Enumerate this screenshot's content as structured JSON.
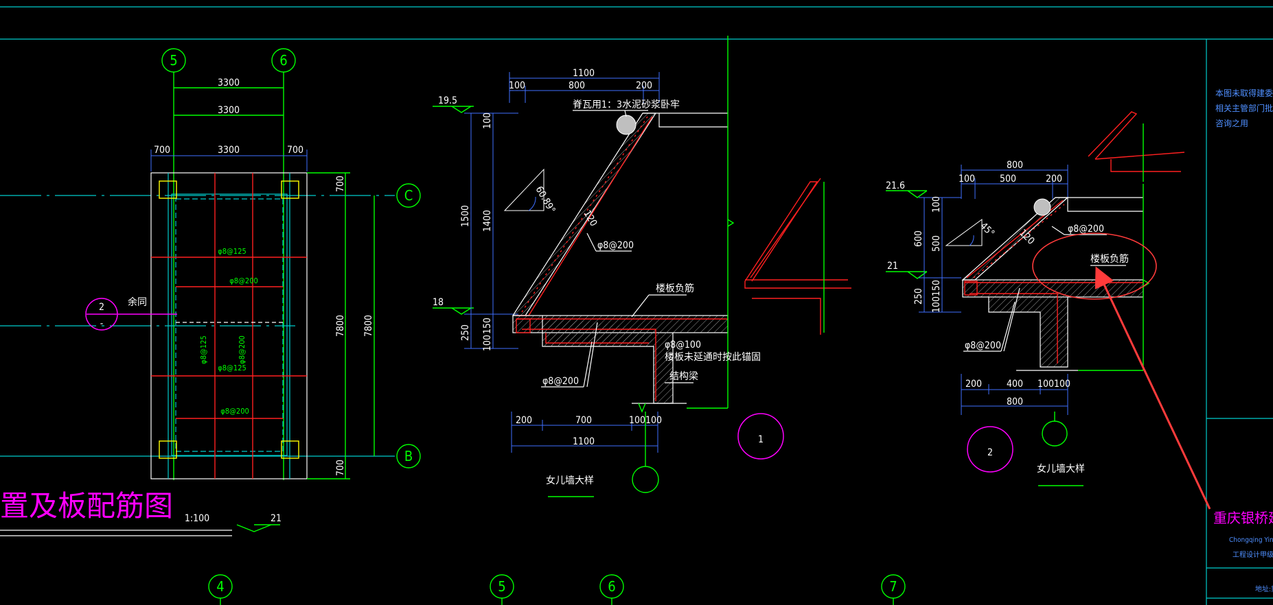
{
  "plan": {
    "axes_top": [
      "5",
      "6"
    ],
    "axes_right": [
      "C",
      "B"
    ],
    "dim_top_1": "3300",
    "dim_top_2": "3300",
    "dim_top_row": [
      "700",
      "3300",
      "700"
    ],
    "dim_right": [
      "700",
      "7800",
      "700"
    ],
    "dim_right_total": "7800",
    "rebars": [
      "φ8@125",
      "φ8@200",
      "φ8@125",
      "φ8@200",
      "φ8@125",
      "φ8@200"
    ],
    "section_mark": "2",
    "section_note": "余同",
    "title": "置及板配筋图",
    "scale": "1:100",
    "level": "21"
  },
  "detail1": {
    "dims_top": [
      "1100",
      "100",
      "800",
      "200"
    ],
    "levels": [
      "19.5",
      "18"
    ],
    "dims_left": [
      "100",
      "1500",
      "1400",
      "250",
      "150",
      "100"
    ],
    "note_mortar": "脊瓦用1：3水泥砂浆卧牢",
    "angle": "60.89°",
    "thickness": "120",
    "rebar_slope": "φ8@200",
    "note_slab_neg": "楼板负筋",
    "rebar_beam": "φ8@100",
    "note_anchor": "楼板未延通时按此锚固",
    "note_beam": "结构梁",
    "rebar_bottom": "φ8@200",
    "dims_bottom": [
      "200",
      "700",
      "100100",
      "1100"
    ],
    "marker": "1",
    "title": "女儿墙大样"
  },
  "detail2": {
    "dims_top": [
      "800",
      "100",
      "500",
      "200"
    ],
    "levels": [
      "21.6",
      "21"
    ],
    "dims_left": [
      "100",
      "600",
      "500",
      "250",
      "150",
      "100"
    ],
    "angle": "45°",
    "thickness": "120",
    "rebar_top": "φ8@200",
    "note_slab_neg": "楼板负筋",
    "rebar_bottom": "φ8@200",
    "dims_bottom": [
      "200",
      "400",
      "100100",
      "800"
    ],
    "marker": "2",
    "title": "女儿墙大样"
  },
  "bottom_axes": [
    "4",
    "5",
    "6",
    "7"
  ],
  "title_block": {
    "note_lines": [
      "本图未取得建委、",
      "相关主管部门批准",
      "咨询之用"
    ],
    "company": "重庆银桥建筑设",
    "company_en": "Chongqing Yinqi",
    "cert": "工程设计甲级证书",
    "bottom": "地址:重庆"
  },
  "colors": {
    "background": "#000000",
    "grid_cyan": "#00cccc",
    "axis_green": "#00ff00",
    "rebar_red": "#ff2020",
    "dimension_blue": "#3f6fff",
    "title_magenta": "#ff00ff",
    "annotation_red": "#ff3b3b"
  }
}
